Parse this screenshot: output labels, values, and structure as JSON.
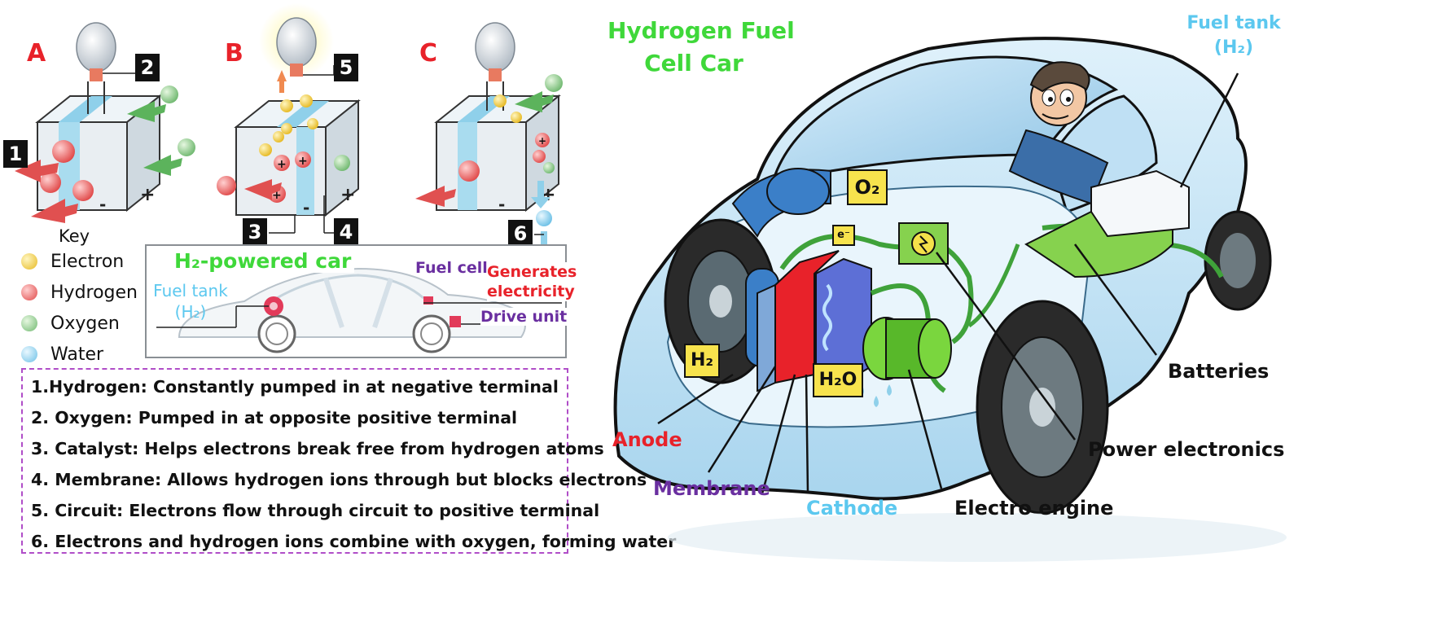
{
  "panels": [
    "A",
    "B",
    "C"
  ],
  "step_numbers": [
    "1",
    "2",
    "3",
    "4",
    "5",
    "6"
  ],
  "key": {
    "title": "Key",
    "items": [
      {
        "label": "Electron",
        "color": "#f2cf3c"
      },
      {
        "label": "Hydrogen",
        "color": "#ee5a5a"
      },
      {
        "label": "Oxygen",
        "color": "#7fc47f"
      },
      {
        "label": "Water",
        "color": "#8fd0ea"
      }
    ]
  },
  "small_car": {
    "title": "H₂-powered car",
    "fuel_tank": "Fuel tank",
    "fuel_tank_sub": "(H₂)",
    "fuel_cell": "Fuel cell",
    "generates": "Generates",
    "electricity": "electricity",
    "drive_unit": "Drive unit"
  },
  "steps": [
    "1.Hydrogen: Constantly pumped in at negative terminal",
    "2. Oxygen: Pumped in at opposite positive terminal",
    "3. Catalyst: Helps electrons break free from hydrogen atoms",
    "4. Membrane: Allows hydrogen ions through but blocks electrons",
    "5. Circuit: Electrons flow through circuit to positive terminal",
    "6. Electrons and hydrogen ions combine with oxygen, forming water"
  ],
  "big_car": {
    "title_line1": "Hydrogen Fuel",
    "title_line2": "Cell Car",
    "fuel_tank": "Fuel tank",
    "fuel_tank_sub": "(H₂)",
    "o2": "O₂",
    "e": "e⁻",
    "h2": "H₂",
    "h2o": "H₂O",
    "anode": "Anode",
    "membrane": "Membrane",
    "cathode": "Cathode",
    "electro_engine": "Electro engine",
    "power_electronics": "Power electronics",
    "batteries": "Batteries"
  },
  "colors": {
    "red": "#e8222a",
    "green": "#3fd83a",
    "cyan": "#5cc8ef",
    "purple": "#6a2fa0",
    "dashed_border": "#b04ec8"
  }
}
